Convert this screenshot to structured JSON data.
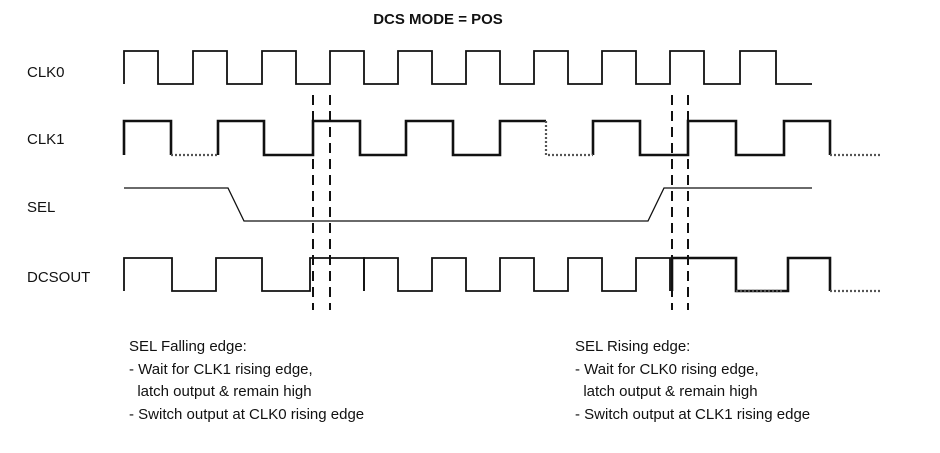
{
  "title": "DCS MODE = POS",
  "signals": [
    {
      "label": "CLK0"
    },
    {
      "label": "CLK1"
    },
    {
      "label": "SEL"
    },
    {
      "label": "DCSOUT"
    }
  ],
  "notes": {
    "falling": {
      "heading": "SEL Falling edge:",
      "lines": [
        "- Wait for CLK1 rising edge,",
        "  latch output & remain high",
        "- Switch output at CLK0 rising edge"
      ]
    },
    "rising": {
      "heading": "SEL Rising edge:",
      "lines": [
        "- Wait for CLK0 rising edge,",
        "  latch output & remain high",
        "- Switch output at CLK1 rising edge"
      ]
    }
  },
  "colors": {
    "line": "#111111",
    "dotted": "#555555"
  }
}
